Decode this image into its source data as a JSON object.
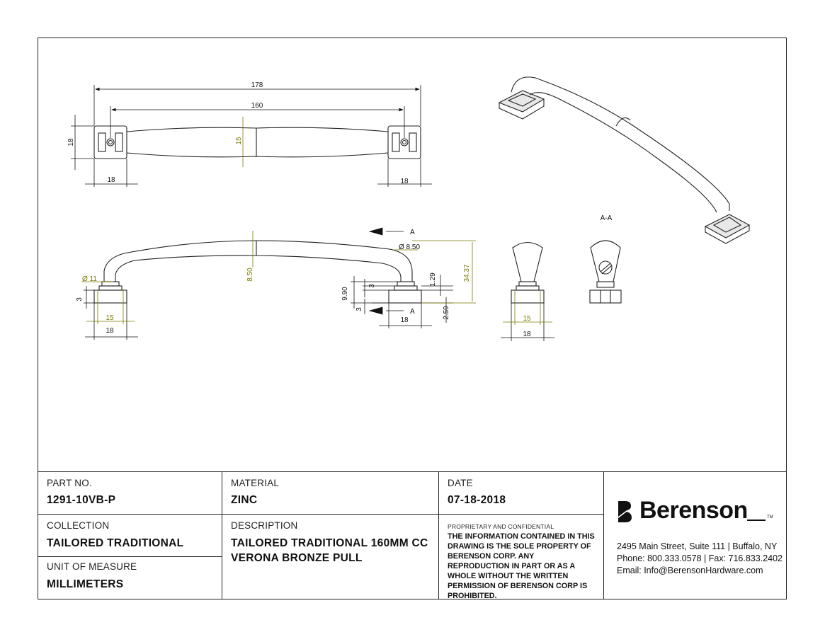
{
  "drawing": {
    "dims_black": {
      "overall_length": "178",
      "center_to_center": "160",
      "base_height": "18",
      "base_width_left": "18",
      "base_width_right": "18",
      "pull_height_1": "9.90",
      "offset_3a": "3",
      "offset_3b": "3",
      "offset_3c": "3",
      "base_width_side": "18",
      "base_width_side_left": "18",
      "base_width_section": "18",
      "dim_1_29": "1.29",
      "dim_2_59": "2.59"
    },
    "dims_green": {
      "grip_width": "15",
      "grip_thickness": "8.50",
      "diameter_8_50": "Ø 8.50",
      "diameter_11": "Ø 11",
      "projection": "34.37",
      "post_width_left": "15",
      "post_width_section": "15"
    },
    "section_label": "A-A",
    "section_marker": "A"
  },
  "title_block": {
    "part_no_label": "PART NO.",
    "part_no": "1291-10VB-P",
    "material_label": "MATERIAL",
    "material": "ZINC",
    "date_label": "DATE",
    "date": "07-18-2018",
    "collection_label": "COLLECTION",
    "collection": "TAILORED TRADITIONAL",
    "description_label": "DESCRIPTION",
    "description_line1": "TAILORED TRADITIONAL 160MM CC",
    "description_line2": "VERONA BRONZE PULL",
    "uom_label": "UNIT OF MEASURE",
    "uom": "MILLIMETERS",
    "confidential_heading": "PROPRIETARY AND CONFIDENTIAL",
    "confidential_text": "THE INFORMATION CONTAINED IN THIS DRAWING IS THE SOLE PROPERTY OF BERENSON CORP. ANY REPRODUCTION IN PART OR AS A WHOLE WITHOUT THE WRITTEN PERMISSION OF BERENSON CORP IS PROHIBITED."
  },
  "company": {
    "name": "Berenson",
    "tm": "TM",
    "address": "2495 Main Street, Suite 111 | Buffalo, NY",
    "phone": "Phone: 800.333.0578 | Fax: 716.833.2402",
    "email": "Email: Info@BerensonHardware.com"
  }
}
